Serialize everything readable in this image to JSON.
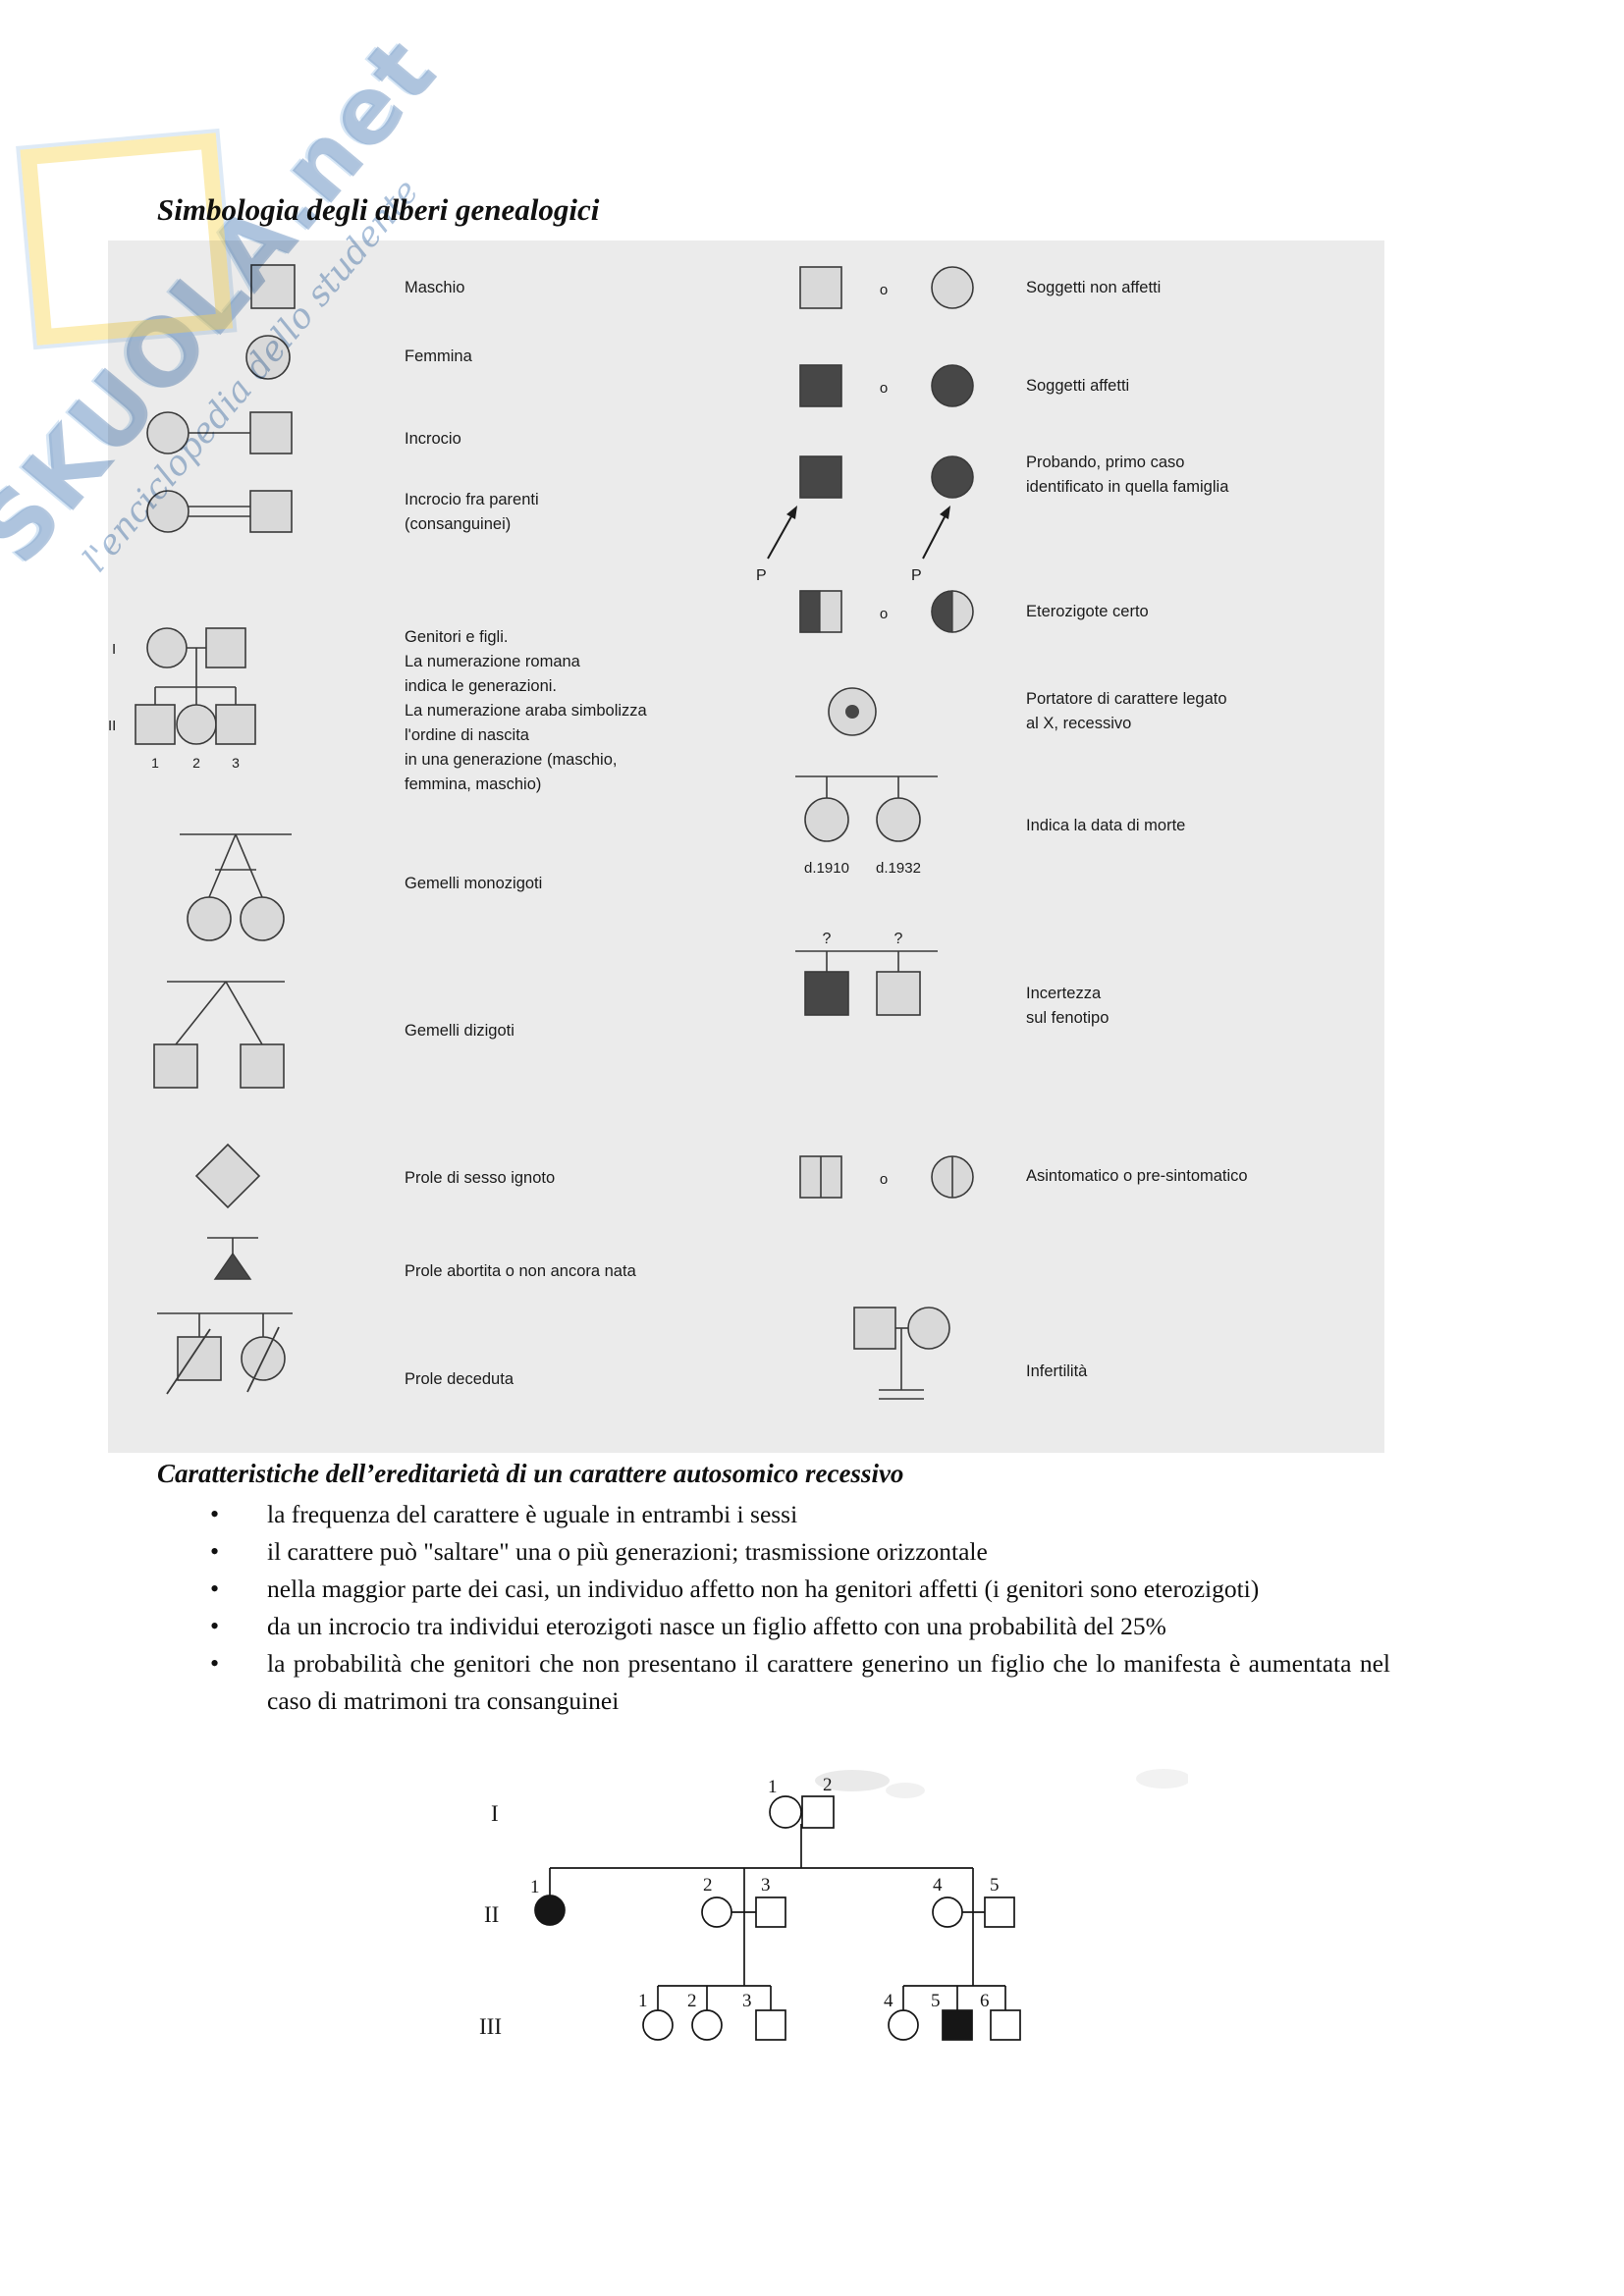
{
  "watermark": {
    "brand": "SKUOLA.net",
    "tagline": "l'enciclopedia dello studente"
  },
  "title": "Simbologia degli alberi genealogici",
  "legend": {
    "o": "o",
    "left": [
      {
        "label": "Maschio"
      },
      {
        "label": "Femmina"
      },
      {
        "label": "Incrocio"
      },
      {
        "label": "Incrocio fra parenti\n(consanguinei)"
      },
      {
        "label": "Genitori e figli.\nLa numerazione romana\nindica le generazioni.\nLa numerazione araba simbolizza\nl'ordine di nascita\nin una generazione (maschio,\nfemmina, maschio)",
        "roman1": "I",
        "roman2": "II",
        "n1": "1",
        "n2": "2",
        "n3": "3"
      },
      {
        "label": "Gemelli monozigoti"
      },
      {
        "label": "Gemelli dizigoti"
      },
      {
        "label": "Prole di sesso ignoto"
      },
      {
        "label": "Prole abortita o non ancora nata"
      },
      {
        "label": "Prole deceduta"
      }
    ],
    "right": [
      {
        "label": "Soggetti non affetti"
      },
      {
        "label": "Soggetti affetti"
      },
      {
        "label": "Probando, primo caso\nidentificato in quella famiglia",
        "p": "P"
      },
      {
        "label": "Eterozigote certo"
      },
      {
        "label": "Portatore di carattere legato\nal X, recessivo"
      },
      {
        "label": "Indica la data di morte",
        "d1": "d.1910",
        "d2": "d.1932"
      },
      {
        "label": "Incertezza\nsul fenotipo",
        "q": "?"
      },
      {
        "label": "Asintomatico o pre-sintomatico"
      },
      {
        "label": "Infertilità"
      }
    ]
  },
  "section": {
    "title": "Caratteristiche dell’ereditarietà di un carattere autosomico recessivo",
    "bullets": [
      "la frequenza del carattere è uguale in entrambi i sessi",
      "il carattere può \"saltare\" una o più generazioni; trasmissione orizzontale",
      "nella maggior parte dei casi, un individuo affetto non ha genitori affetti (i genitori sono eterozigoti)",
      "da un incrocio tra individui eterozigoti nasce un figlio affetto con una probabilità del 25%",
      "la probabilità che genitori che non presentano il carattere generino un figlio che lo manifesta è aumentata nel caso di matrimoni tra consanguinei"
    ]
  },
  "pedigree": {
    "generations": [
      "I",
      "II",
      "III"
    ],
    "gen1": [
      "1",
      "2"
    ],
    "gen2": [
      "1",
      "2",
      "3",
      "4",
      "5"
    ],
    "gen3": [
      "1",
      "2",
      "3",
      "4",
      "5",
      "6"
    ]
  }
}
